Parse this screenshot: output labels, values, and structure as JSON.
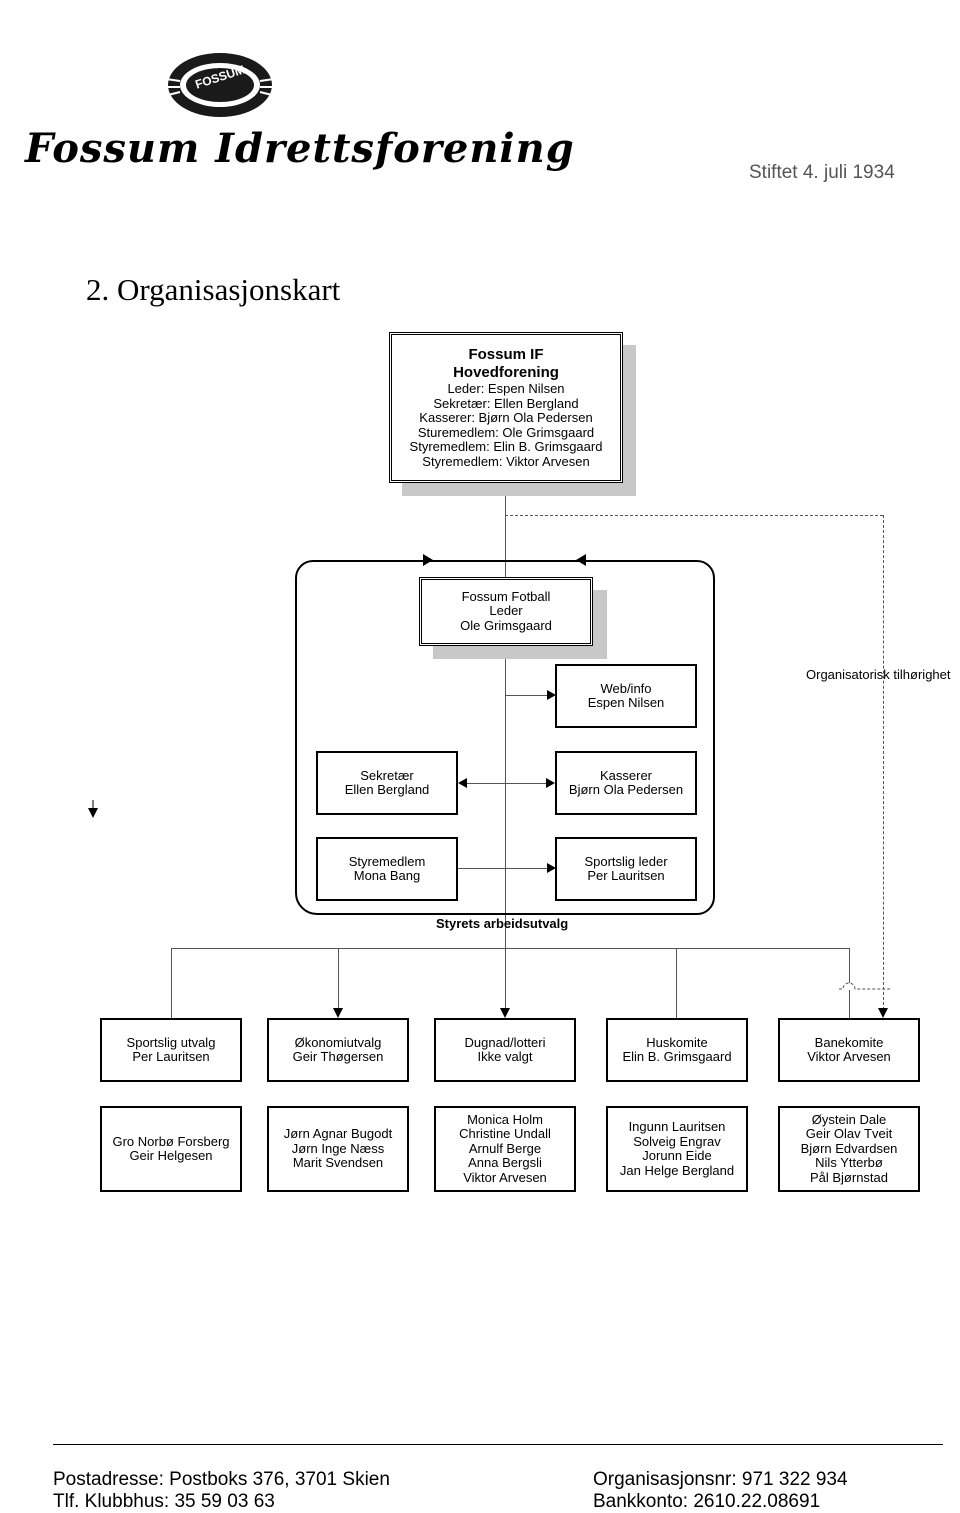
{
  "header": {
    "emblem_text": "FOSSUM",
    "club_name": "Fossum Idrettsforening",
    "founded": "Stiftet 4. juli 1934"
  },
  "page_title": "2. Organisasjonskart",
  "main_board": {
    "title1": "Fossum IF",
    "title2": "Hovedforening",
    "lines": [
      "Leder: Espen Nilsen",
      "Sekretær: Ellen Bergland",
      "Kasserer: Bjørn Ola Pedersen",
      "Sturemedlem: Ole Grimsgaard",
      "Styremedlem: Elin B. Grimsgaard",
      "Styremedlem: Viktor Arvesen"
    ]
  },
  "football": {
    "lines": [
      "Fossum Fotball",
      "Leder",
      "Ole Grimsgaard"
    ]
  },
  "org_affiliation_label": "Organisatorisk tilhørighet",
  "web_info": {
    "lines": [
      "Web/info",
      "Espen Nilsen"
    ]
  },
  "secretary": {
    "lines": [
      "Sekretær",
      "Ellen Bergland"
    ]
  },
  "treasurer": {
    "lines": [
      "Kasserer",
      "Bjørn Ola Pedersen"
    ]
  },
  "board_member": {
    "lines": [
      "Styremedlem",
      "Mona Bang"
    ]
  },
  "sports_leader": {
    "lines": [
      "Sportslig leder",
      "Per Lauritsen"
    ]
  },
  "work_committee_label": "Styrets arbeidsutvalg",
  "committees": [
    {
      "lines": [
        "Sportslig utvalg",
        "Per Lauritsen"
      ]
    },
    {
      "lines": [
        "Økonomiutvalg",
        "Geir Thøgersen"
      ]
    },
    {
      "lines": [
        "Dugnad/lotteri",
        "Ikke valgt"
      ]
    },
    {
      "lines": [
        "Huskomite",
        "Elin B. Grimsgaard"
      ]
    },
    {
      "lines": [
        "Banekomite",
        "Viktor Arvesen"
      ]
    }
  ],
  "members": [
    {
      "lines": [
        "Gro Norbø Forsberg",
        "Geir Helgesen"
      ]
    },
    {
      "lines": [
        "Jørn Agnar Bugodt",
        "Jørn Inge Næss",
        "Marit Svendsen"
      ]
    },
    {
      "lines": [
        "Monica Holm",
        "Christine Undall",
        "Arnulf Berge",
        "Anna Bergsli",
        "Viktor Arvesen"
      ]
    },
    {
      "lines": [
        "Ingunn Lauritsen",
        "Solveig Engrav",
        "Jorunn Eide",
        "Jan Helge Bergland"
      ]
    },
    {
      "lines": [
        "Øystein Dale",
        "Geir Olav Tveit",
        "Bjørn Edvardsen",
        "Nils Ytterbø",
        "Pål Bjørnstad"
      ]
    }
  ],
  "footer": {
    "address": "Postadresse: Postboks 376, 3701 Skien",
    "phone": "Tlf. Klubbhus: 35 59 03 63",
    "org_number": "Organisasjonsnr: 971 322 934",
    "bank_account": "Bankkonto: 2610.22.08691"
  }
}
